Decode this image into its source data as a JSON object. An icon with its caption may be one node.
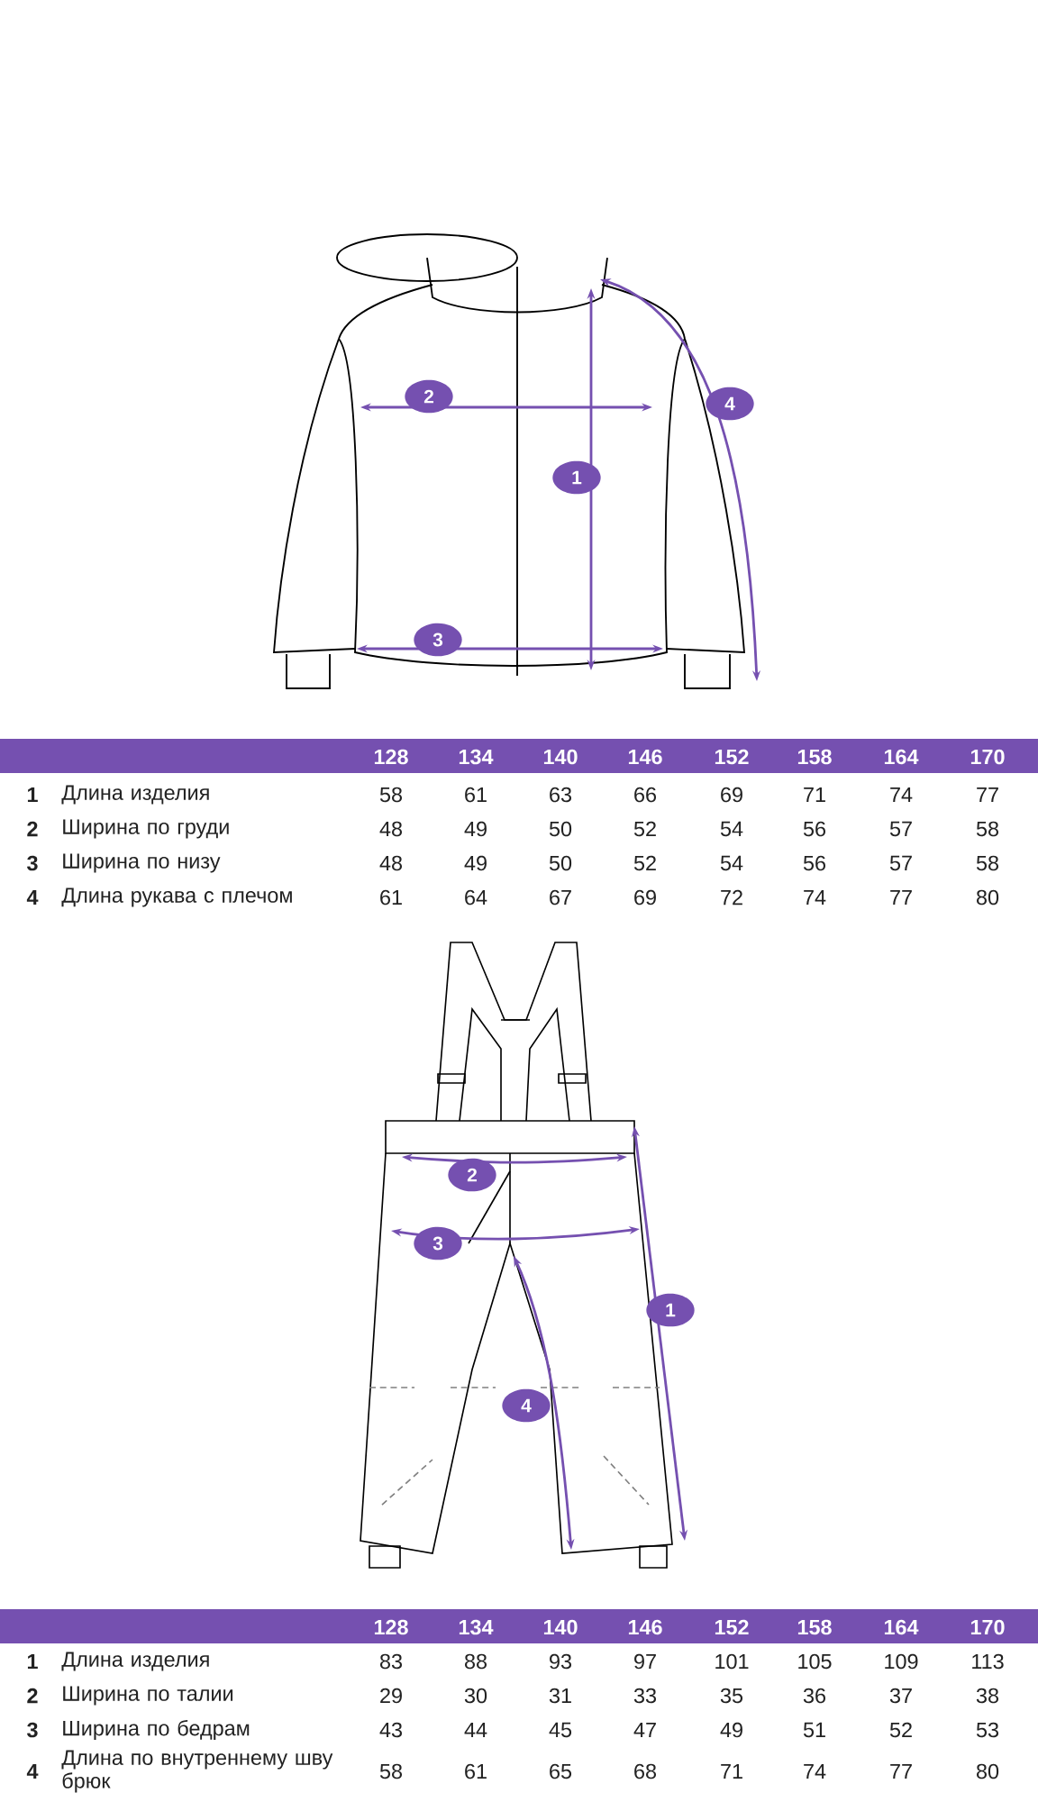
{
  "diagram": {
    "labels": [
      "2",
      "4",
      "1",
      "3",
      "128",
      "134",
      "140",
      "146",
      "152",
      "158",
      "164",
      "170",
      "1",
      "Длина изделия",
      "58",
      "61",
      "63",
      "66",
      "69",
      "71",
      "74",
      "77",
      "2",
      "Ширина по груди",
      "48",
      "49",
      "50",
      "52",
      "54",
      "56",
      "57",
      "58",
      "3",
      "Ширина по низу",
      "48",
      "49",
      "50",
      "52",
      "54",
      "56",
      "57",
      "58",
      "4",
      "Длина рукава с плечом",
      "61",
      "64",
      "67",
      "69",
      "72",
      "74",
      "77",
      "80",
      "2",
      "3",
      "1",
      "4",
      "128",
      "134",
      "140",
      "146",
      "152",
      "158",
      "164",
      "170",
      "1",
      "Длина изделия",
      "83",
      "88",
      "93",
      "97",
      "101",
      "105",
      "109",
      "113",
      "2",
      "Ширина по талии",
      "29",
      "30",
      "31",
      "33",
      "35",
      "36",
      "37",
      "38",
      "3",
      "Ширина по бедрам",
      "43",
      "44",
      "45",
      "47",
      "49",
      "51",
      "52",
      "53",
      "4",
      "Длина по внутреннему шву брюк",
      "58",
      "61",
      "65",
      "68",
      "71",
      "74",
      "77",
      "80"
    ]
  }
}
